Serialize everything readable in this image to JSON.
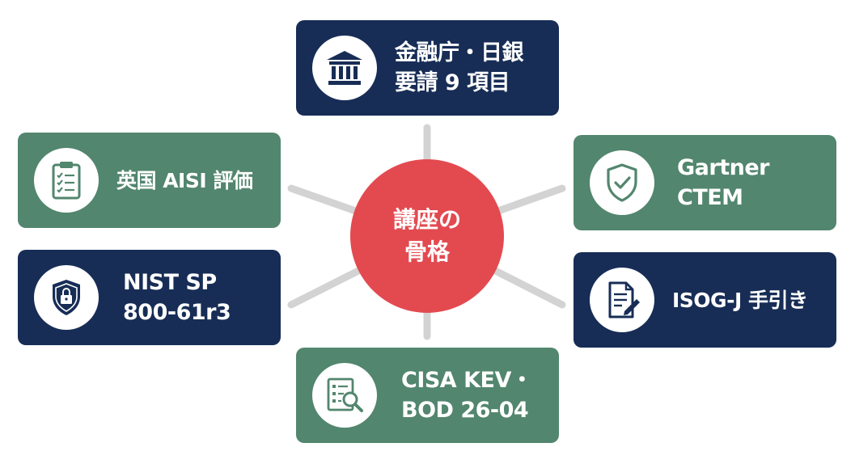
{
  "center": {
    "line1": "講座の",
    "line2": "骨格"
  },
  "nodes": {
    "fsa": {
      "line1": "金融庁・日銀",
      "line2": "要請 9 項目",
      "icon": "bank-icon",
      "color": "#172d56"
    },
    "aisi": {
      "line1": "英国 AISI 評価",
      "icon": "clipboard-checklist-icon",
      "color": "#52866e"
    },
    "gartner": {
      "line1": "Gartner",
      "line2": "CTEM",
      "icon": "shield-check-icon",
      "color": "#52866e"
    },
    "nist": {
      "line1": "NIST SP",
      "line2": "800-61r3",
      "icon": "shield-lock-icon",
      "color": "#172d56"
    },
    "isog": {
      "line1": "ISOG-J 手引き",
      "icon": "document-pen-icon",
      "color": "#172d56"
    },
    "cisa": {
      "line1": "CISA KEV・",
      "line2": "BOD 26-04",
      "icon": "list-search-icon",
      "color": "#52866e"
    }
  },
  "colors": {
    "center": "#e34a50",
    "navy": "#172d56",
    "green": "#52866e",
    "spoke": "#d3d3d3"
  }
}
